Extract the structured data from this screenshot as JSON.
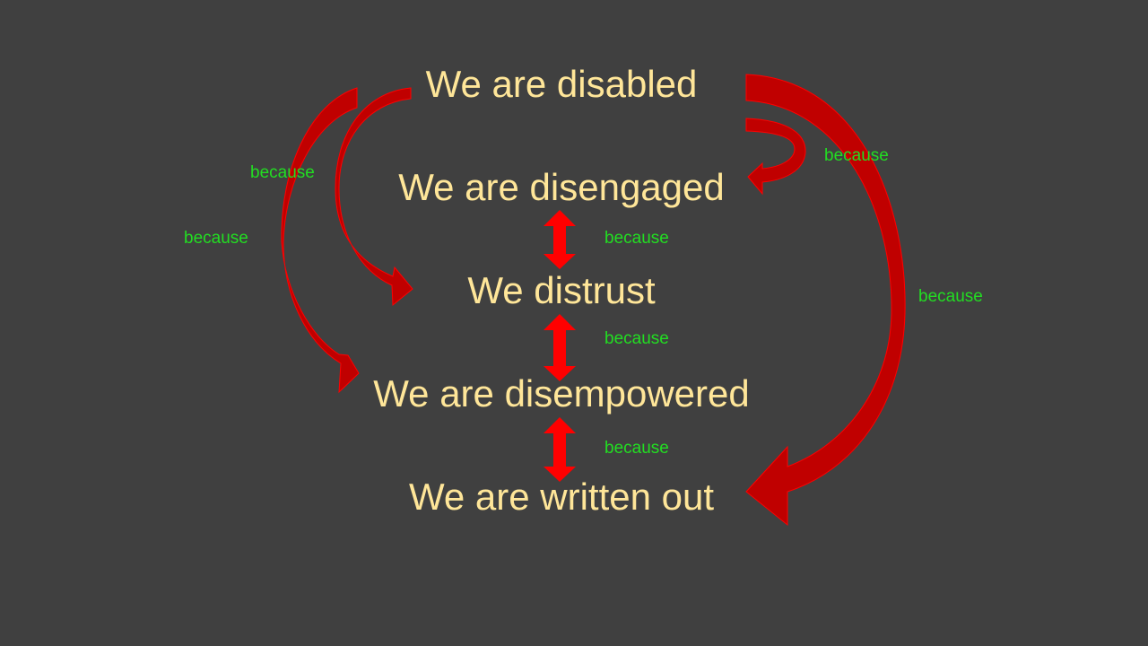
{
  "statements": [
    "We are disabled",
    "We are disengaged",
    "We distrust",
    "We are disempowered",
    "We are written out"
  ],
  "connector_label": "because",
  "colors": {
    "background": "#404040",
    "statement_text": "#FFE699",
    "label_text": "#22DD22",
    "arrow_dark": "#C00000",
    "arrow": "#FF0000"
  }
}
